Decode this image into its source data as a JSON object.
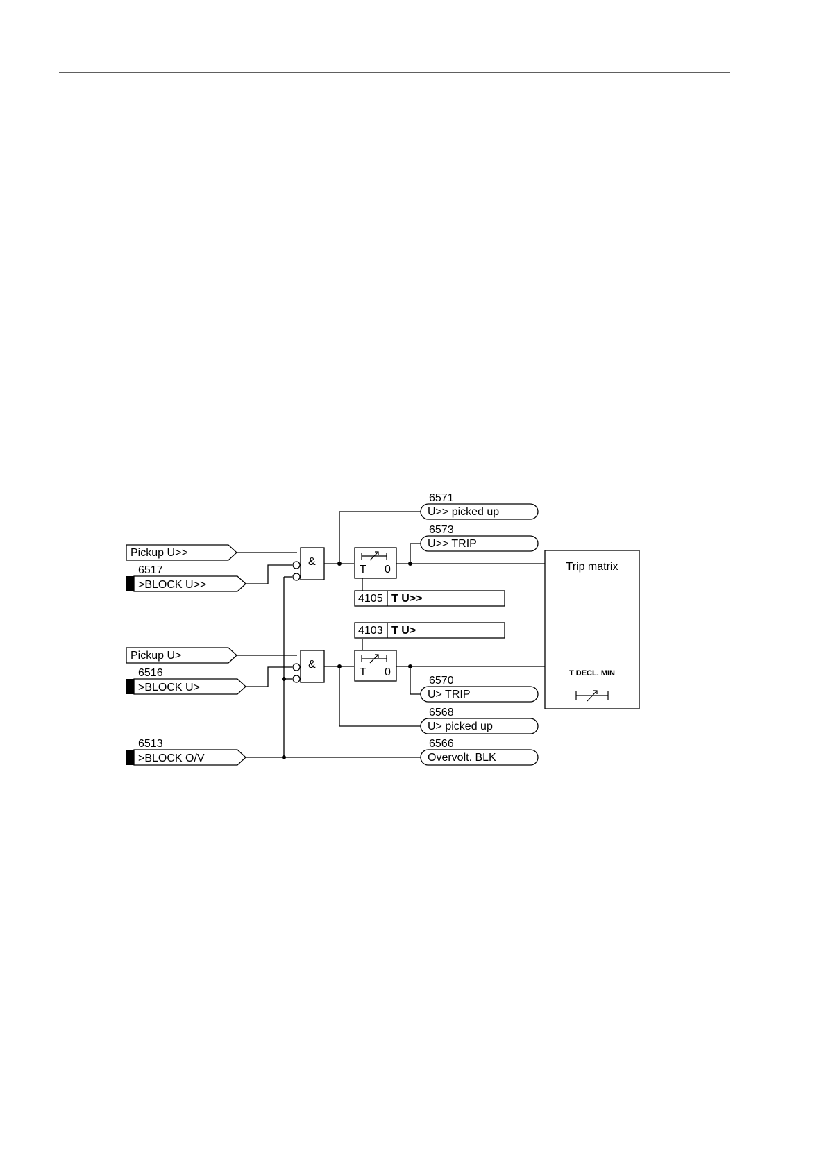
{
  "inputs": {
    "pickup_hi": {
      "label": "Pickup U>>"
    },
    "block_hi": {
      "number": "6517",
      "label": ">BLOCK U>>"
    },
    "pickup_lo": {
      "label": "Pickup U>"
    },
    "block_lo": {
      "number": "6516",
      "label": ">BLOCK U>"
    },
    "block_ov": {
      "number": "6513",
      "label": ">BLOCK O/V"
    }
  },
  "gates": {
    "and_hi": {
      "symbol": "&"
    },
    "and_lo": {
      "symbol": "&"
    }
  },
  "timers": {
    "timer_hi": {
      "t_label": "T",
      "zero_label": "0"
    },
    "timer_lo": {
      "t_label": "T",
      "zero_label": "0"
    }
  },
  "parameters": {
    "t_hi": {
      "number": "4105",
      "name": "T U>>"
    },
    "t_lo": {
      "number": "4103",
      "name": "T U>"
    }
  },
  "outputs": {
    "picked_up_hi": {
      "number": "6571",
      "label": "U>> picked up"
    },
    "trip_hi": {
      "number": "6573",
      "label": "U>> TRIP"
    },
    "trip_lo": {
      "number": "6570",
      "label": "U> TRIP"
    },
    "picked_up_lo": {
      "number": "6568",
      "label": "U> picked up"
    },
    "ov_blk": {
      "number": "6566",
      "label": "Overvolt. BLK"
    }
  },
  "trip_matrix": {
    "title": "Trip matrix",
    "min_label": "T DECL. MIN"
  }
}
